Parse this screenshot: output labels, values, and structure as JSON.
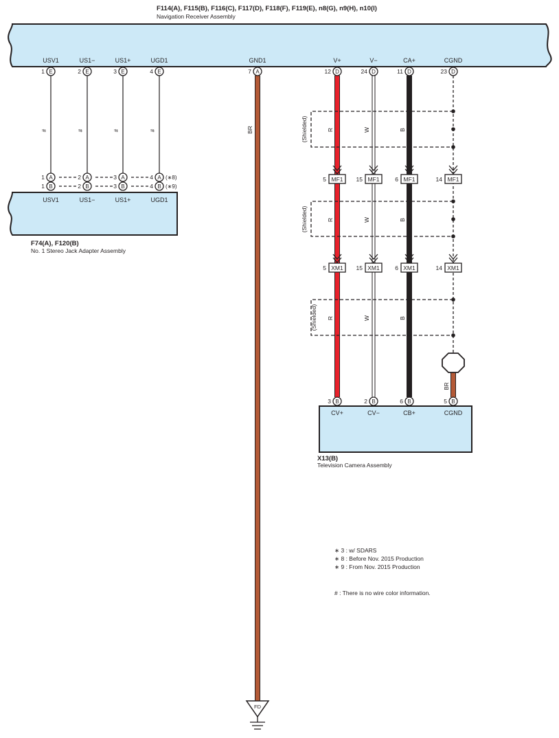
{
  "receiver": {
    "connectors": "F114(A), F115(B), F116(C), F117(D), F118(F), F119(E), n8(G), n9(H), n10(I)",
    "name": "Navigation Receiver Assembly",
    "terminals": [
      {
        "label": "USV1",
        "pin": "1",
        "conn": "E"
      },
      {
        "label": "US1−",
        "pin": "2",
        "conn": "E"
      },
      {
        "label": "US1+",
        "pin": "3",
        "conn": "E"
      },
      {
        "label": "UGD1",
        "pin": "4",
        "conn": "E"
      },
      {
        "label": "GND1",
        "pin": "7",
        "conn": "A"
      },
      {
        "label": "V+",
        "pin": "12",
        "conn": "D"
      },
      {
        "label": "V−",
        "pin": "24",
        "conn": "D"
      },
      {
        "label": "CA+",
        "pin": "11",
        "conn": "D"
      },
      {
        "label": "CGND",
        "pin": "23",
        "conn": "D"
      }
    ]
  },
  "jack": {
    "connectors": "F74(A), F120(B)",
    "name": "No. 1 Stereo Jack Adapter Assembly",
    "terminals": [
      {
        "label": "USV1",
        "pin_a": "1",
        "pin_b": "1",
        "conn_a": "A",
        "conn_b": "B"
      },
      {
        "label": "US1−",
        "pin_a": "2",
        "pin_b": "2",
        "conn_a": "A",
        "conn_b": "B"
      },
      {
        "label": "US1+",
        "pin_a": "3",
        "pin_b": "3",
        "conn_a": "A",
        "conn_b": "B"
      },
      {
        "label": "UGD1",
        "pin_a": "4",
        "pin_b": "4",
        "conn_a": "A",
        "conn_b": "B"
      }
    ],
    "tags": [
      "(∗8)",
      "(∗9)"
    ],
    "wire_mark": "#"
  },
  "camera": {
    "connector": "X13(B)",
    "name": "Television Camera Assembly",
    "terminals": [
      {
        "label": "CV+",
        "pin": "3",
        "conn": "B"
      },
      {
        "label": "CV−",
        "pin": "2",
        "conn": "B"
      },
      {
        "label": "CB+",
        "pin": "6",
        "conn": "B"
      },
      {
        "label": "CGND",
        "pin": "5",
        "conn": "B"
      }
    ]
  },
  "junctions": [
    {
      "name": "MF1",
      "pins": [
        "5",
        "15",
        "6",
        "14"
      ]
    },
    {
      "name": "XM1",
      "pins": [
        "5",
        "15",
        "6",
        "14"
      ]
    }
  ],
  "wires": {
    "colors": [
      "R",
      "W",
      "B"
    ],
    "gnd_color": "BR",
    "drain_color": "BR",
    "shielded": "(Shielded)",
    "hex": {
      "R": "#e8212b",
      "W": "#ffffff",
      "B": "#231f20",
      "BR": "#b45a37"
    }
  },
  "ground": {
    "label": "FD"
  },
  "notes": [
    "∗ 3 : w/ SDARS",
    "∗ 8 : Before Nov.  2015 Production",
    "∗ 9 : From Nov.  2015 Production"
  ],
  "hash_note": "# : There is no wire color information.",
  "colors": {
    "assembly_fill": "#cde9f7",
    "outline": "#231f20"
  }
}
